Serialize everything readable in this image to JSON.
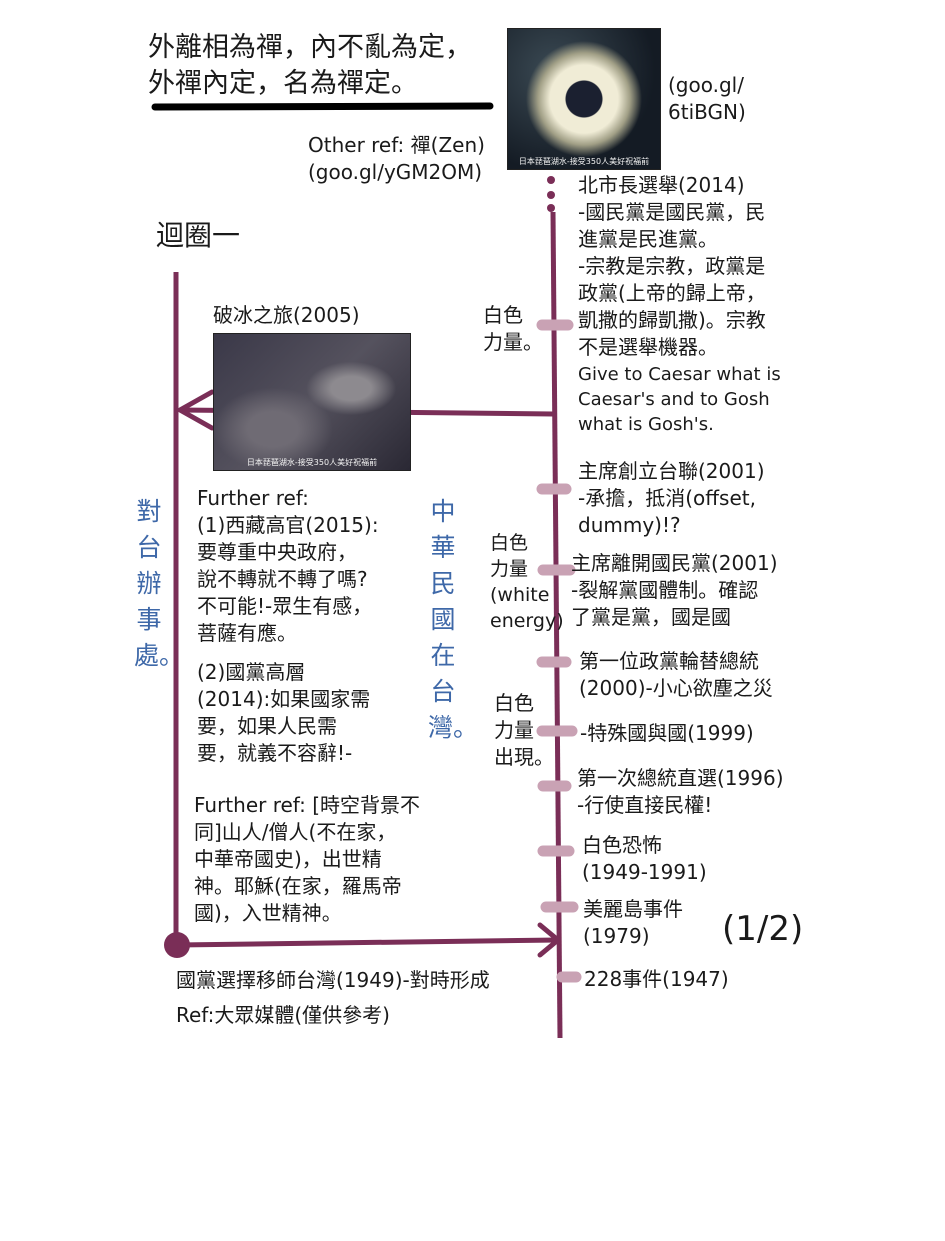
{
  "colors": {
    "line": "#7a2e57",
    "tick": "#c9a2b4",
    "vertical_text": "#3e68a8"
  },
  "title_lines": [
    "外離相為禪，內不亂為定，",
    "外禪內定，名為禪定。"
  ],
  "zen_link": [
    "(goo.gl/",
    "6tiBGN)"
  ],
  "other_ref": [
    "Other ref: 禪(Zen)",
    "(goo.gl/yGM2OM)"
  ],
  "photo_caption": "日本琵琶湖水-接受350人美好祝福前",
  "loop_title": "迴圈一",
  "icebreak_label": "破冰之旅(2005)",
  "vertical_left": "對台辦事處。",
  "vertical_mid": "中華民國在台灣。",
  "further_ref_1": [
    "Further ref:",
    "(1)西藏高官(2015):",
    "要尊重中央政府，",
    "說不轉就不轉了嗎?",
    "不可能!-眾生有感，",
    "菩薩有應。"
  ],
  "further_ref_2": [
    "(2)國黨高層",
    "(2014):如果國家需",
    "要，如果人民需",
    "要，就義不容辭!-"
  ],
  "further_ref_3": [
    "Further ref: [時空背景不",
    "同]山人/僧人(不在家，",
    "中華帝國史)，出世精",
    "神。耶穌(在家，羅馬帝",
    "國)，入世精神。"
  ],
  "bottom_lines": [
    "國黨選擇移師台灣(1949)-對時形成",
    "Ref:大眾媒體(僅供參考)"
  ],
  "white_power_1": [
    "白色",
    "力量。"
  ],
  "white_power_2": [
    "白色",
    "力量",
    "(white",
    "energy)"
  ],
  "white_power_3": [
    "白色",
    "力量",
    "出現。"
  ],
  "events": {
    "e2014": [
      "北市長選舉(2014)",
      "-國民黨是國民黨，民",
      "進黨是民進黨。",
      "-宗教是宗教，政黨是",
      "政黨(上帝的歸上帝，",
      "凱撒的歸凱撒)。宗教",
      "不是選舉機器。"
    ],
    "e2014_en": [
      "Give to Caesar what is",
      "Caesar's and to Gosh",
      "what is Gosh's."
    ],
    "e2001a": [
      "主席創立台聯(2001)",
      "-承擔，抵消(offset,",
      "dummy)!?"
    ],
    "e2001b": [
      "主席離開國民黨(2001)",
      "-裂解黨國體制。確認",
      "了黨是黨，國是國"
    ],
    "e2000": [
      "第一位政黨輪替總統",
      "(2000)-小心欲塵之災"
    ],
    "e1999": "-特殊國與國(1999)",
    "e1996": [
      "第一次總統直選(1996)",
      "-行使直接民權!"
    ],
    "e1949": [
      "白色恐怖",
      "(1949-1991)"
    ],
    "e1979": [
      "美麗島事件",
      "(1979)"
    ],
    "e1947": "228事件(1947)"
  },
  "page_marker": "(1/2)"
}
